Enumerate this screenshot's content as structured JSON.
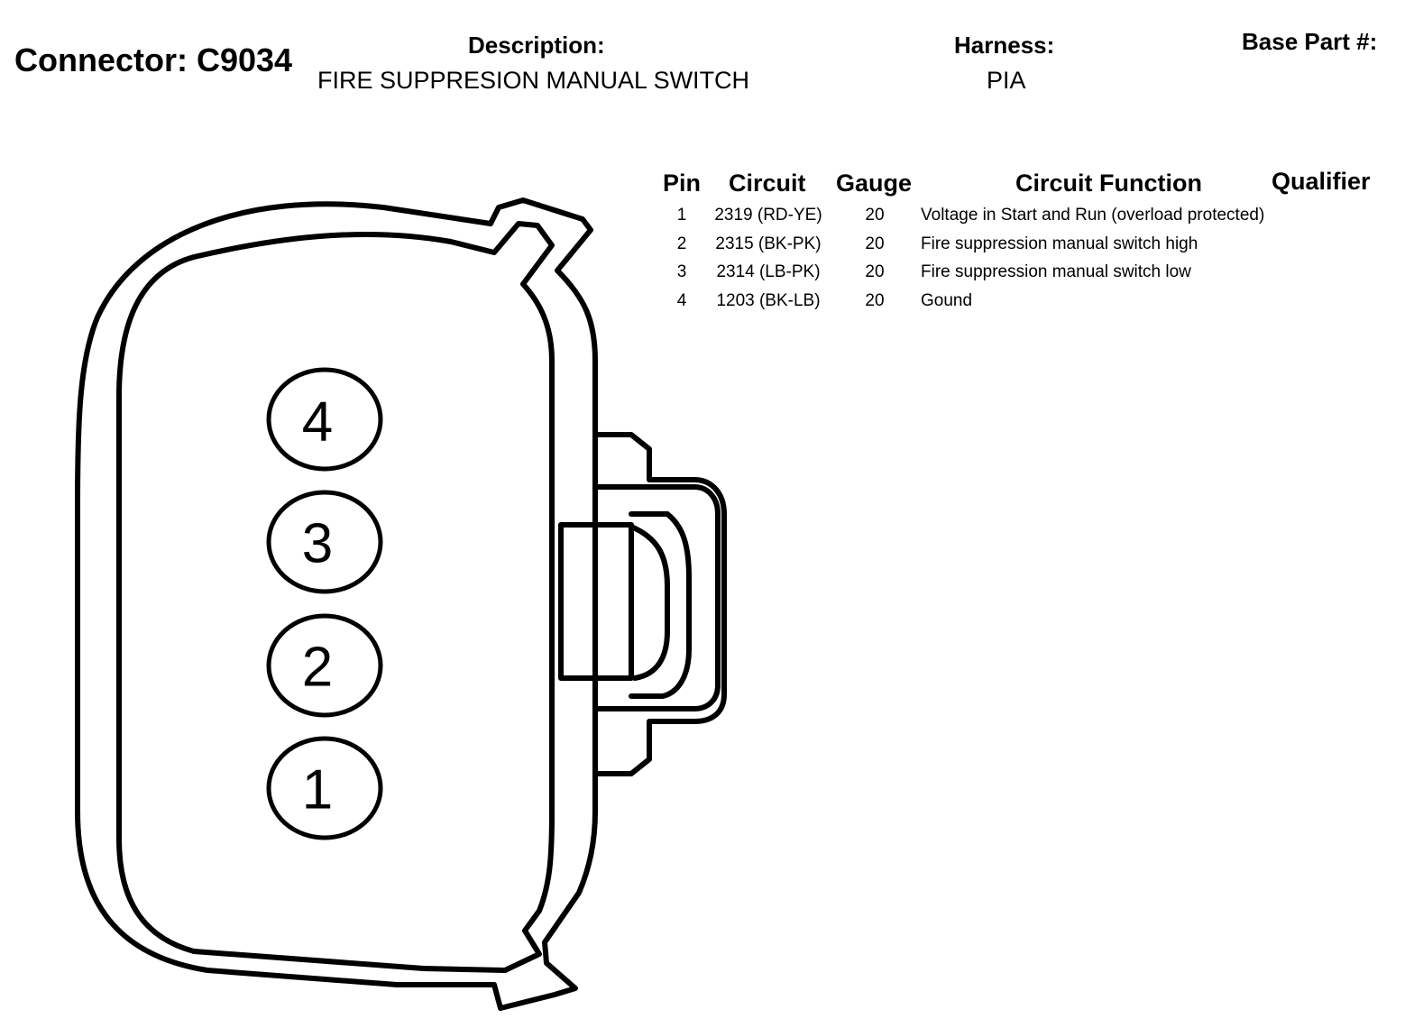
{
  "header": {
    "connector_title": "Connector: C9034",
    "description_label": "Description:",
    "description_value": "FIRE SUPPRESION MANUAL SWITCH",
    "harness_label": "Harness:",
    "harness_value": "PIA",
    "base_part_label": "Base Part #:"
  },
  "table": {
    "headers": {
      "pin": "Pin",
      "circuit": "Circuit",
      "gauge": "Gauge",
      "function": "Circuit Function",
      "qualifier": "Qualifier"
    },
    "rows": [
      {
        "pin": "1",
        "circuit": "2319 (RD-YE)",
        "gauge": "20",
        "function": "Voltage in Start and Run (overload protected)"
      },
      {
        "pin": "2",
        "circuit": "2315 (BK-PK)",
        "gauge": "20",
        "function": "Fire suppression manual switch high"
      },
      {
        "pin": "3",
        "circuit": "2314 (LB-PK)",
        "gauge": "20",
        "function": "Fire suppression manual switch low"
      },
      {
        "pin": "4",
        "circuit": "1203 (BK-LB)",
        "gauge": "20",
        "function": "Gound"
      }
    ]
  },
  "diagram": {
    "cavities": [
      {
        "label": "4"
      },
      {
        "label": "3"
      },
      {
        "label": "2"
      },
      {
        "label": "1"
      }
    ]
  }
}
